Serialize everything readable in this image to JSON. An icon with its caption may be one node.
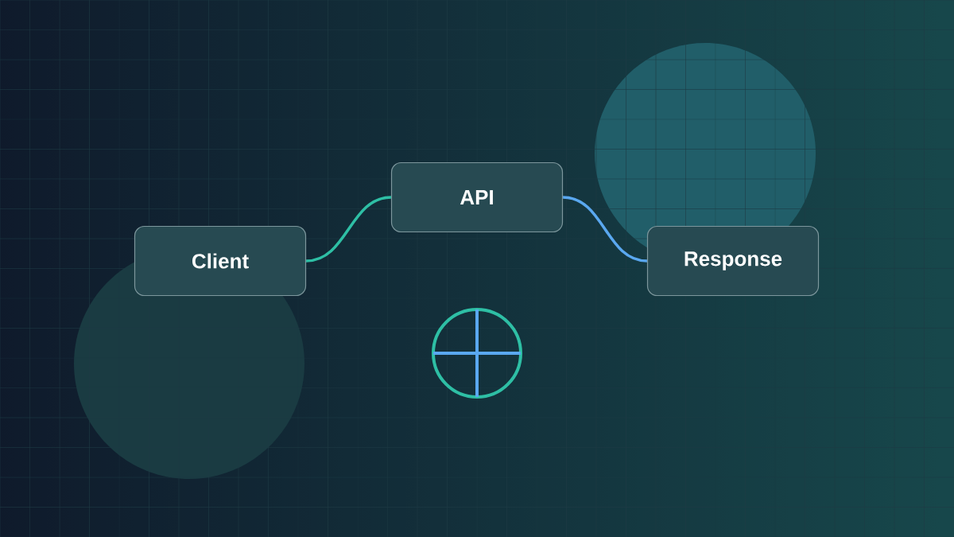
{
  "diagram": {
    "nodes": [
      {
        "text": [
          "Client"
        ]
      },
      {
        "text": [
          "API"
        ]
      },
      {
        "text": [
          "Response"
        ]
      }
    ],
    "edges": [
      {
        "from": 0,
        "to": 1,
        "arrow": "none",
        "color": "#2ebfa5"
      },
      {
        "from": 1,
        "to": 2,
        "arrow": "none",
        "color": "#5aa8f0"
      }
    ]
  }
}
